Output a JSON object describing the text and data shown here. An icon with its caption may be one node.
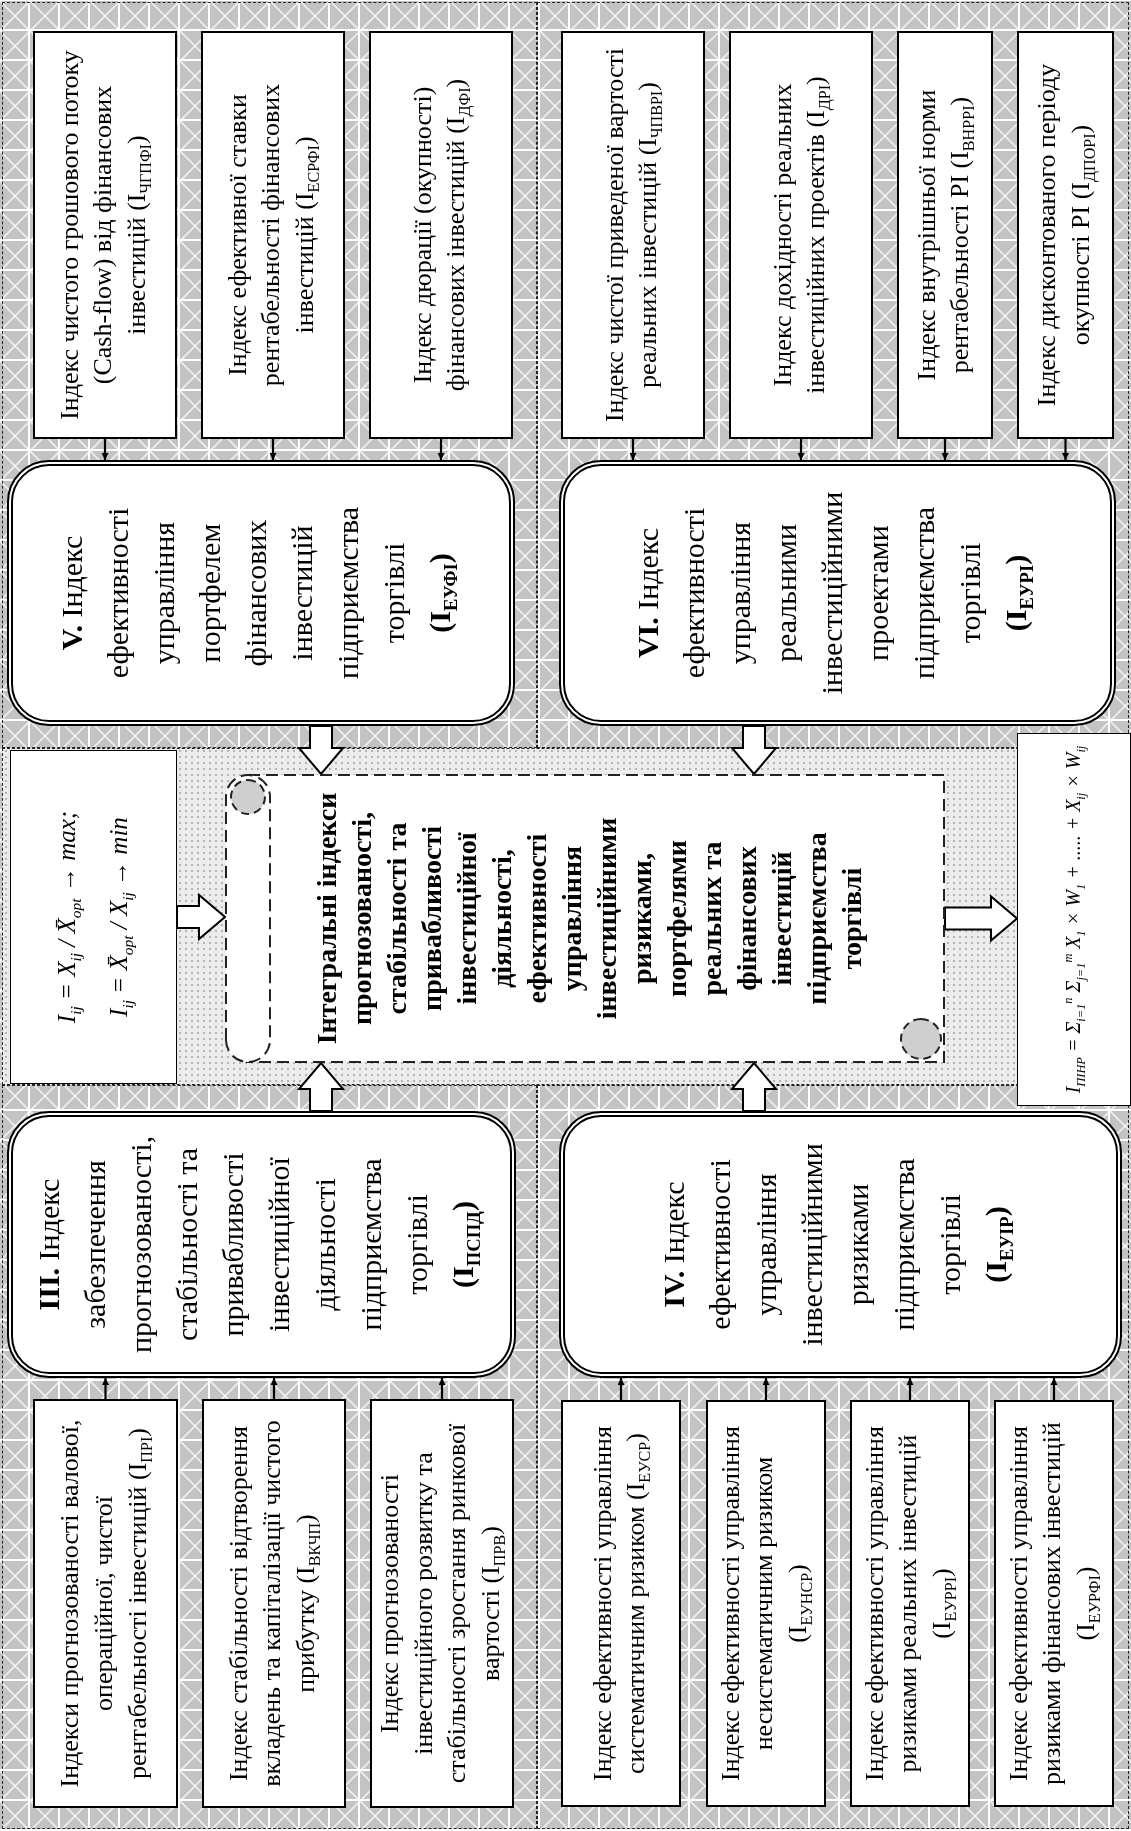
{
  "diagram": {
    "nodes": [
      {
        "text": [
          "Індекси прогнозованості валової, операційної, чистої рентабельності інвестицій (I$_{ПРІ}$)"
        ]
      },
      {
        "text": [
          "Індекс стабільності відтворення вкладень та капіталізації чистого прибутку (I$_{ВКЧП}$)"
        ]
      },
      {
        "text": [
          "Індекс прогнозованості інвестиційного розвитку та стабільності зростання ринкової вартості (I$_{ПРВ}$)"
        ]
      },
      {
        "text": [
          "**III.** Індекс забезпечення прогнозованості, стабільності та привабливості інвестиційної діяльності підприємства торгівлі",
          "(I$_{ПСПД}$)"
        ]
      },
      {
        "text": [
          "I$_{ij}$ = X$_{ij}$ / X̄$_{opt}$ → max;",
          "I$_{ij}$ = X̄$_{opt}$ / X$_{ij}$ → min"
        ]
      },
      {
        "text": [
          "Інтегральні індекси прогнозованості, стабільності та привабливості інвестиційної діяльності, ефективності управління інвестиційними ризиками, портфелями реальних та фінансових інвестицій підприємства торгівлі"
        ]
      },
      {
        "text": [
          "**V.** Індекс ефективності управління портфелем фінансових інвестицій підприємства торгівлі",
          "(I$_{ЕУФІ}$)"
        ]
      },
      {
        "text": [
          "Індекс чистого грошового потоку (Cash-flow) від фінансових інвестицій (I$_{ЧГПФІ}$)"
        ]
      },
      {
        "text": [
          "Індекс ефективної ставки рентабельності фінансових інвестицій (I$_{ЕСРФІ}$)"
        ]
      },
      {
        "text": [
          "Індекс дюрації (окупності) фінансових інвестицій (I$_{ДФІ}$)"
        ]
      },
      {
        "text": [
          "Індекс ефективності управління систематичним ризиком (I$_{ЕУСР}$)"
        ]
      },
      {
        "text": [
          "Індекс ефективності управління несистематичним ризиком (I$_{ЕУНСР}$)"
        ]
      },
      {
        "text": [
          "Індекс ефективності управління ризиками реальних інвестицій (I$_{ЕУРРІ}$)"
        ]
      },
      {
        "text": [
          "Індекс ефективності управління ризиками фінансових інвестицій (I$_{ЕУРФІ}$)"
        ]
      },
      {
        "text": [
          "**IV.** Індекс ефективності управління інвестиційними ризиками підприємства торгівлі",
          "(I$_{ЕУІР}$)"
        ]
      },
      {
        "text": [
          "I$_{ПІНР}$ = Σ$_{i=1}$$^{n}$ Σ$_{j=1}$$^{m}$ X$_{1}$ × W$_{1}$ + ..... + X$_{ij}$ × W$_{ij}$"
        ]
      },
      {
        "text": [
          "**VI.** Індекс ефективності управління реальними інвестиційними проектами підприємства торгівлі",
          "(I$_{ЕУРІ}$)"
        ]
      },
      {
        "text": [
          "Індекс чистої приведеної вартості реальних інвестицій (I$_{ЧПВРІ}$)"
        ]
      },
      {
        "text": [
          "Індекс дохідності реальних інвестиційних проектів (I$_{ДРІ}$)"
        ]
      },
      {
        "text": [
          "Індекс внутрішньої норми рентабельності РІ (I$_{ВНРРІ}$)"
        ]
      },
      {
        "text": [
          "Індекс дисконтованого періоду окупності РІ (I$_{ДПОРІ}$)"
        ]
      }
    ],
    "edges": [
      {
        "from": 0,
        "to": 3,
        "arrow": "to"
      },
      {
        "from": 1,
        "to": 3,
        "arrow": "to"
      },
      {
        "from": 2,
        "to": 3,
        "arrow": "to"
      },
      {
        "from": 3,
        "to": 5,
        "arrow": "to",
        "style": "thick"
      },
      {
        "from": 4,
        "to": 5,
        "arrow": "to",
        "style": "thick"
      },
      {
        "from": 6,
        "to": 5,
        "arrow": "to",
        "style": "thick"
      },
      {
        "from": 7,
        "to": 6,
        "arrow": "to"
      },
      {
        "from": 8,
        "to": 6,
        "arrow": "to"
      },
      {
        "from": 9,
        "to": 6,
        "arrow": "to"
      },
      {
        "from": 10,
        "to": 14,
        "arrow": "to"
      },
      {
        "from": 11,
        "to": 14,
        "arrow": "to"
      },
      {
        "from": 12,
        "to": 14,
        "arrow": "to"
      },
      {
        "from": 13,
        "to": 14,
        "arrow": "to"
      },
      {
        "from": 14,
        "to": 5,
        "arrow": "to",
        "style": "thick"
      },
      {
        "from": 5,
        "to": 15,
        "arrow": "to",
        "style": "thick"
      },
      {
        "from": 16,
        "to": 5,
        "arrow": "to",
        "style": "thick"
      },
      {
        "from": 17,
        "to": 16,
        "arrow": "to"
      },
      {
        "from": 18,
        "to": 16,
        "arrow": "to"
      },
      {
        "from": 19,
        "to": 16,
        "arrow": "to"
      },
      {
        "from": 20,
        "to": 16,
        "arrow": "to"
      }
    ]
  }
}
